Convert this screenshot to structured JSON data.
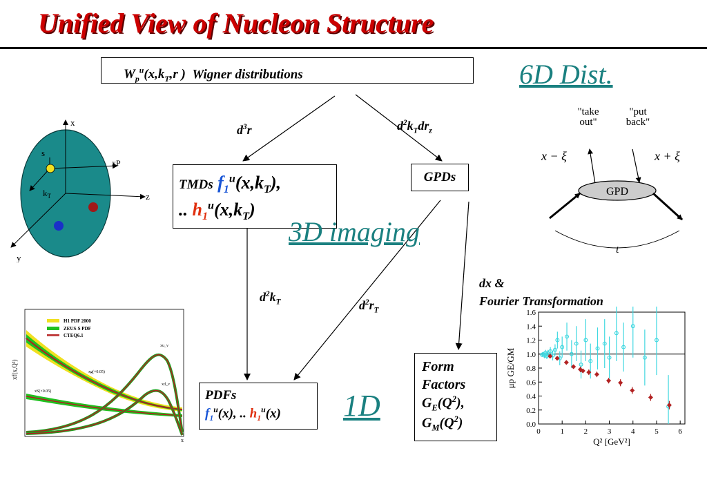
{
  "title": "Unified View of Nucleon Structure",
  "wigner": {
    "W": "W",
    "sub_p": "p",
    "sup_u": "u",
    "args_a": "(x,k",
    "sub_T": "T",
    "args_b": ",r )",
    "text": "Wigner distributions"
  },
  "labels": {
    "six_d": "6D Dist.",
    "three_d": "3D imaging",
    "one_d": "1D",
    "d3r_d": "d",
    "d3r_sup": "3",
    "d3r_r": "r",
    "d2kTdrz_d": "d",
    "d2kTdrz_sup": "2",
    "d2kTdrz_k": "k",
    "d2kTdrz_subT": "T",
    "d2kTdrz_dr": "dr",
    "d2kTdrz_subz": "z",
    "d2kT_d": "d",
    "d2kT_sup": "2",
    "d2kT_k": "k",
    "d2kT_subT": "T",
    "d2rT_d": "d",
    "d2rT_sup": "2",
    "d2rT_r": "r",
    "d2rT_subT": "T",
    "dx_line1": "dx &",
    "dx_line2": "Fourier Transformation"
  },
  "tmds": {
    "prefix": "TMDs",
    "f": "f",
    "sub1": "1",
    "supu": "u",
    "f_args_a": "(x,k",
    "subT": "T",
    "f_args_b": "),",
    "dots": "..",
    "h": "h",
    "h_args_a": "(x,k",
    "h_args_b": ")"
  },
  "gpds": {
    "label": "GPDs"
  },
  "pdfs": {
    "label": "PDFs",
    "f": "f",
    "sub1": "1",
    "supu": "u",
    "f_args": "(x), ..",
    "h": "h",
    "h_args": "(x)"
  },
  "form_factors": {
    "line1": "Form",
    "line2": "Factors",
    "ge_G": "G",
    "ge_sub": "E",
    "ge_args": "(Q",
    "ge_sup": "2",
    "ge_end": "),",
    "gm_G": "G",
    "gm_sub": "M",
    "gm_args": "(Q",
    "gm_sup": "2",
    "gm_end": ")"
  },
  "gpd_diagram": {
    "take_out_1": "\"take",
    "take_out_2": "out\"",
    "put_back_1": "\"put",
    "put_back_2": "back\"",
    "x_minus": "x − ξ",
    "x_plus": "x + ξ",
    "blob": "GPD",
    "t": "t"
  },
  "sphere": {
    "x": "x",
    "xP": "xP",
    "z": "z",
    "y": "y",
    "s": "s",
    "kT": "k",
    "kT_sub": "T"
  },
  "colors": {
    "title": "#cc0000",
    "teal": "#1a8080",
    "blue": "#1a56d6",
    "red": "#e03010",
    "sphere": "#1a8a8a"
  },
  "pdf_plot": {
    "ylabel": "xf(x,Q²)",
    "legend": [
      "H1 PDF 2000",
      "ZEUS-S PDF",
      "CTEQ6.1"
    ],
    "curve_labels": [
      "xg(×0.05)",
      "xS(×0.05)",
      "xu_v",
      "xd_v"
    ],
    "xlabel": "x"
  },
  "chart_data": {
    "type": "scatter",
    "title": "",
    "xlabel": "Q² [GeV²]",
    "ylabel": "μp GE/GM",
    "xlim": [
      0,
      6.2
    ],
    "ylim": [
      0,
      1.6
    ],
    "xticks": [
      "0",
      "1",
      "2",
      "3",
      "4",
      "5",
      "6"
    ],
    "yticks": [
      "0.0",
      "0.2",
      "0.4",
      "0.6",
      "0.8",
      "1.0",
      "1.2",
      "1.4",
      "1.6"
    ],
    "reference_line": 1.0,
    "series": [
      {
        "color": "#b22222",
        "x": [
          0.49,
          0.79,
          1.18,
          1.48,
          1.77,
          1.88,
          2.13,
          2.47,
          2.97,
          3.47,
          3.97,
          4.75,
          5.54
        ],
        "y": [
          0.97,
          0.94,
          0.88,
          0.82,
          0.78,
          0.76,
          0.74,
          0.71,
          0.62,
          0.59,
          0.48,
          0.38,
          0.27
        ],
        "err": [
          0.02,
          0.03,
          0.03,
          0.03,
          0.04,
          0.03,
          0.04,
          0.04,
          0.04,
          0.05,
          0.05,
          0.05,
          0.06
        ]
      },
      {
        "color": "#40d8e0",
        "x": [
          0.15,
          0.2,
          0.25,
          0.3,
          0.35,
          0.4,
          0.5,
          0.6,
          0.7,
          0.8,
          0.9,
          1.0,
          1.2,
          1.4,
          1.6,
          1.8,
          2.0,
          2.2,
          2.5,
          2.8,
          3.0,
          3.3,
          3.6,
          4.0,
          4.5,
          5.0,
          5.5
        ],
        "y": [
          0.99,
          1.0,
          0.98,
          1.02,
          0.97,
          1.01,
          1.04,
          0.98,
          1.06,
          1.2,
          0.94,
          1.1,
          1.25,
          1.0,
          1.15,
          0.85,
          1.2,
          0.9,
          1.08,
          1.15,
          0.95,
          1.3,
          1.1,
          1.4,
          0.95,
          1.2,
          0.25
        ],
        "err": [
          0.03,
          0.03,
          0.04,
          0.04,
          0.04,
          0.05,
          0.06,
          0.07,
          0.08,
          0.12,
          0.1,
          0.15,
          0.2,
          0.2,
          0.25,
          0.2,
          0.3,
          0.25,
          0.3,
          0.35,
          0.3,
          0.4,
          0.35,
          0.45,
          0.4,
          0.5,
          0.45
        ]
      }
    ]
  }
}
